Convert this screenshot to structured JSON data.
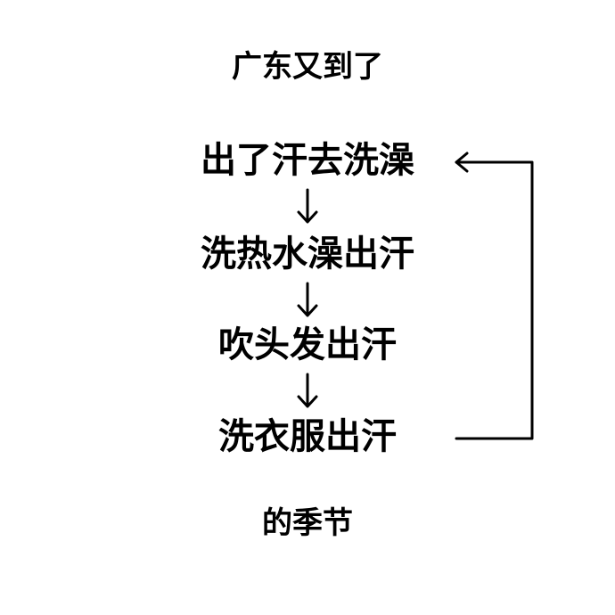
{
  "diagram": {
    "title": "广东又到了",
    "steps": [
      {
        "label": "出了汗去洗澡"
      },
      {
        "label": "洗热水澡出汗"
      },
      {
        "label": "吹头发出汗"
      },
      {
        "label": "洗衣服出汗"
      }
    ],
    "footer": "的季节",
    "colors": {
      "text": "#000000",
      "background": "#ffffff"
    }
  }
}
